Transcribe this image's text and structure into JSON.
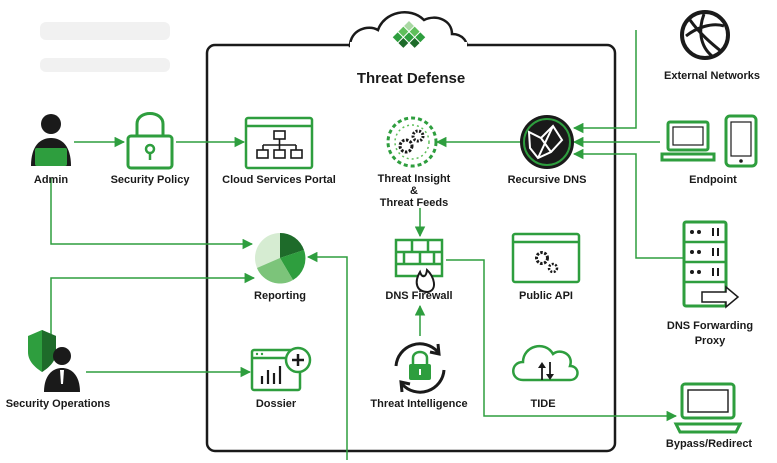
{
  "title": "Threat Defense",
  "colors": {
    "green": "#2e9e3e",
    "dark_green": "#1e6b2a",
    "light_green": "#a9d8a3",
    "ink": "#1a1a1a"
  },
  "nodes": {
    "admin": {
      "label": "Admin",
      "icon": "user-laptop-icon"
    },
    "security_policy": {
      "label": "Security Policy",
      "icon": "padlock-icon"
    },
    "cloud_services_portal": {
      "label": "Cloud Services Portal",
      "icon": "org-chart-window-icon"
    },
    "threat_insight": {
      "label": "Threat Insight\n&\nThreat Feeds",
      "icon": "gears-radar-icon"
    },
    "recursive_dns": {
      "label": "Recursive DNS",
      "icon": "network-globe-icon"
    },
    "external_networks": {
      "label": "External Networks",
      "icon": "globe-icon"
    },
    "endpoint": {
      "label": "Endpoint",
      "icon": "laptop-tablet-icon"
    },
    "reporting": {
      "label": "Reporting",
      "icon": "pie-chart-icon"
    },
    "dns_firewall": {
      "label": "DNS Firewall",
      "icon": "firewall-icon"
    },
    "public_api": {
      "label": "Public API",
      "icon": "api-window-icon"
    },
    "dns_forwarding_proxy": {
      "label": "DNS Forwarding\nProxy",
      "icon": "server-rack-icon"
    },
    "security_operations": {
      "label": "Security Operations",
      "icon": "shield-user-icon"
    },
    "dossier": {
      "label": "Dossier",
      "icon": "dossier-window-icon"
    },
    "threat_intelligence": {
      "label": "Threat Intelligence",
      "icon": "refresh-lock-icon"
    },
    "tide": {
      "label": "TIDE",
      "icon": "cloud-icon"
    },
    "bypass_redirect": {
      "label": "Bypass/Redirect",
      "icon": "laptop-icon"
    }
  }
}
